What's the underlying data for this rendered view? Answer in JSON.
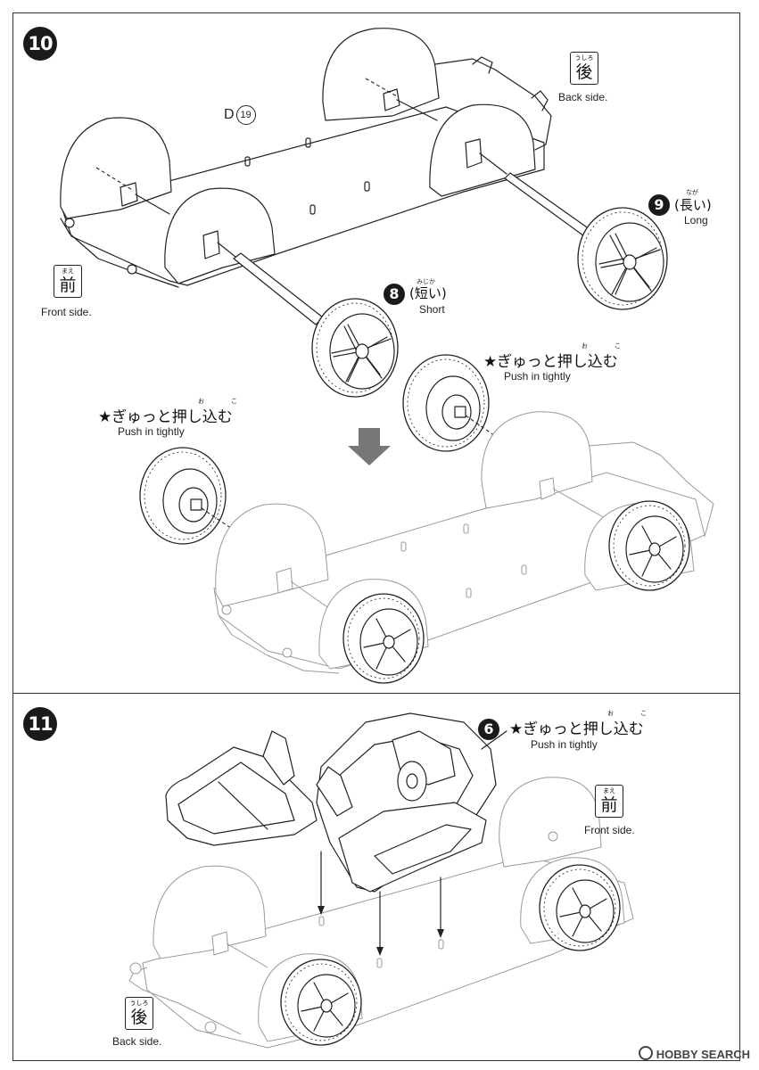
{
  "steps": [
    {
      "number": "10",
      "part_ref_letter": "D",
      "part_ref_num": "19",
      "rear_label": {
        "ruby": "うしろ",
        "kanji": "後",
        "en": "Back side."
      },
      "front_label": {
        "ruby": "まえ",
        "kanji": "前",
        "en": "Front side."
      },
      "part9": {
        "num": "9",
        "ruby": "なが",
        "jp": "(長い)",
        "en": "Long"
      },
      "part8": {
        "num": "8",
        "ruby": "みじか",
        "jp": "(短い)",
        "en": "Short"
      },
      "push_right": {
        "ruby1": "お",
        "ruby2": "こ",
        "jp": "★ぎゅっと押し込む",
        "en": "Push in tightly"
      },
      "push_left": {
        "ruby1": "お",
        "ruby2": "こ",
        "jp": "★ぎゅっと押し込む",
        "en": "Push in tightly"
      }
    },
    {
      "number": "11",
      "part": {
        "num": "6",
        "ruby1": "お",
        "ruby2": "こ",
        "jp": "★ぎゅっと押し込む",
        "en": "Push in tightly"
      },
      "front_label": {
        "ruby": "まえ",
        "kanji": "前",
        "en": "Front side."
      },
      "rear_label": {
        "ruby": "うしろ",
        "kanji": "後",
        "en": "Back side."
      }
    }
  ],
  "watermark": "HOBBY SEARCH",
  "icons": {
    "arrow": "down-arrow-icon",
    "logo": "hobby-search-logo-icon"
  }
}
